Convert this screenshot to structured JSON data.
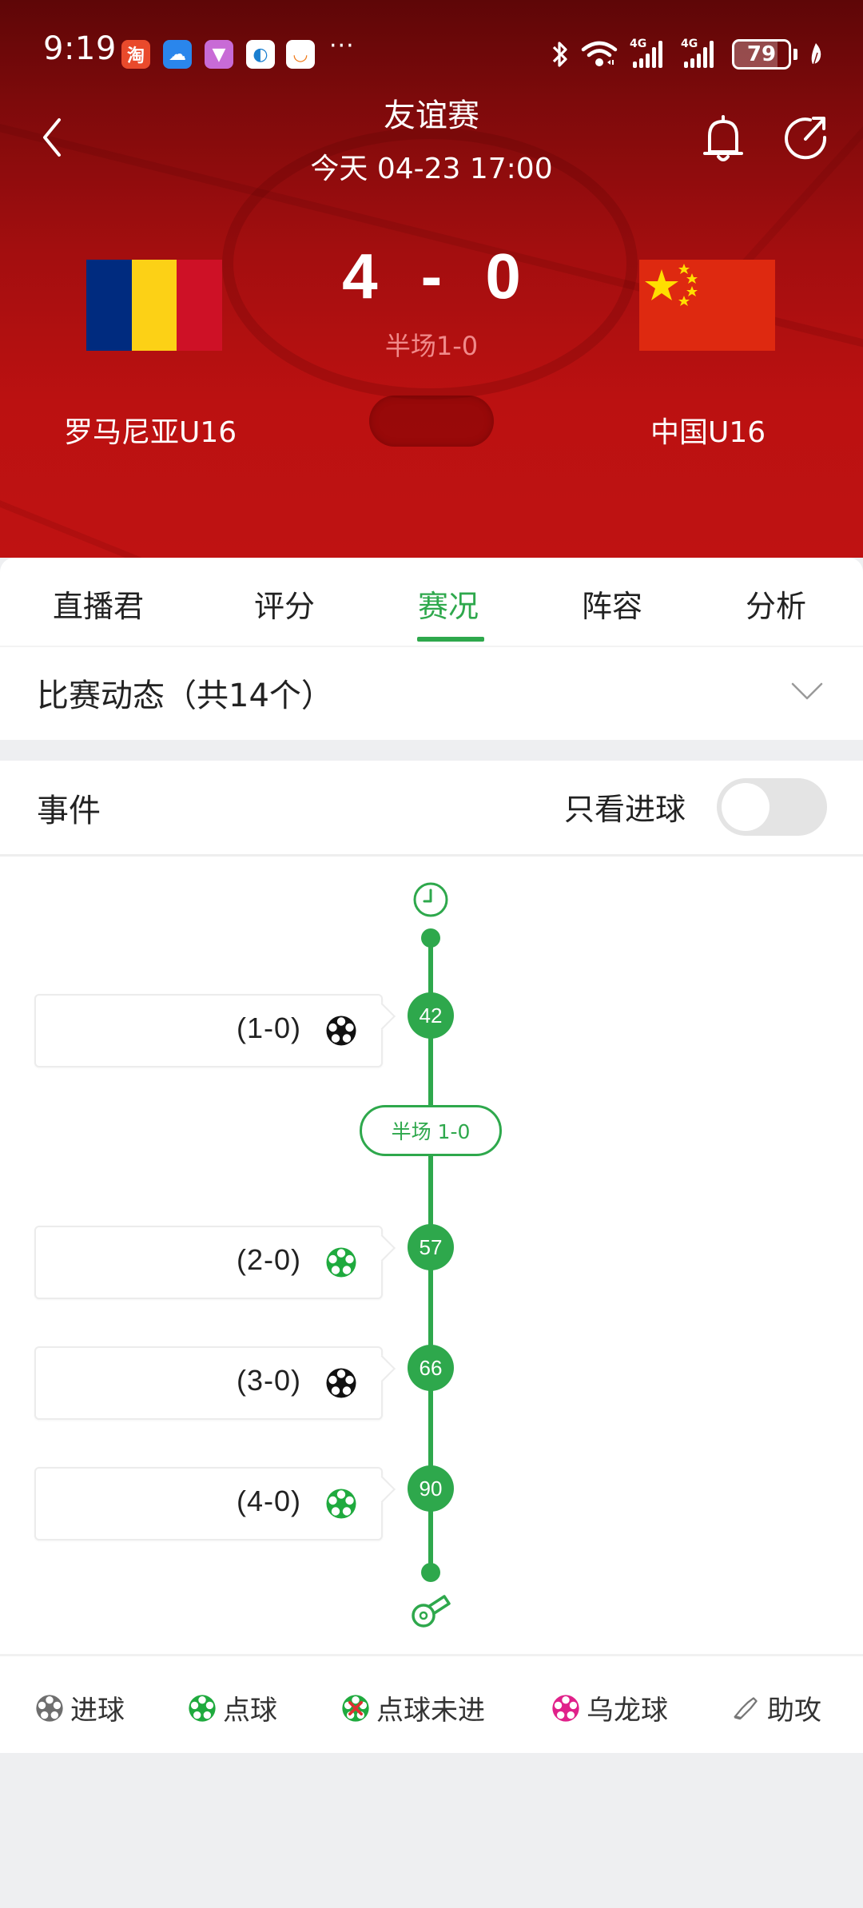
{
  "status_bar": {
    "time": "9:19",
    "notification_apps": [
      {
        "name": "taobao",
        "glyph": "淘",
        "bg": "#e94a2c",
        "fg": "#ffffff"
      },
      {
        "name": "weather",
        "glyph": "☁",
        "bg": "#2a86ec",
        "fg": "#ffffff"
      },
      {
        "name": "theme-brush",
        "glyph": "▼",
        "bg": "#c86bd6",
        "fg": "#ffffff"
      },
      {
        "name": "browser",
        "glyph": "◐",
        "bg": "#ffffff",
        "fg": "#1a7fd0"
      },
      {
        "name": "didi",
        "glyph": "◡",
        "bg": "#ffffff",
        "fg": "#f07a1a"
      }
    ],
    "more": "···",
    "network_1": "4G",
    "network_2": "4G",
    "battery": "79"
  },
  "header": {
    "title": "友谊赛",
    "datetime": "今天 04-23 17:00"
  },
  "match": {
    "home_team": "罗马尼亚U16",
    "away_team": "中国U16",
    "home_score": "4",
    "separator": "-",
    "away_score": "0",
    "halftime": "半场1-0",
    "home_flag_colors": [
      "#002b7f",
      "#fcd116",
      "#ce1126"
    ],
    "away_flag_color": "#de2910"
  },
  "tabs": [
    {
      "label": "直播君",
      "active": false
    },
    {
      "label": "评分",
      "active": false
    },
    {
      "label": "赛况",
      "active": true
    },
    {
      "label": "阵容",
      "active": false
    },
    {
      "label": "分析",
      "active": false
    }
  ],
  "dynamics": {
    "title": "比赛动态（共14个）"
  },
  "events": {
    "title": "事件",
    "only_goals_label": "只看进球",
    "only_goals_on": false,
    "halftime_marker": "半场 1-0",
    "items": [
      {
        "minute": "42",
        "score": "(1-0)",
        "type": "goal",
        "side": "home"
      },
      {
        "minute": "57",
        "score": "(2-0)",
        "type": "penalty",
        "side": "home"
      },
      {
        "minute": "66",
        "score": "(3-0)",
        "type": "goal",
        "side": "home"
      },
      {
        "minute": "90",
        "score": "(4-0)",
        "type": "penalty",
        "side": "home"
      }
    ]
  },
  "legend": [
    {
      "label": "进球",
      "icon": "goal-ball-icon"
    },
    {
      "label": "点球",
      "icon": "penalty-ball-icon"
    },
    {
      "label": "点球未进",
      "icon": "missed-penalty-icon"
    },
    {
      "label": "乌龙球",
      "icon": "own-goal-icon"
    },
    {
      "label": "助攻",
      "icon": "assist-shoe-icon"
    }
  ],
  "colors": {
    "accent_green": "#2ea84c",
    "header_red": "#bf1212",
    "own_goal_pink": "#e0218a",
    "miss_red": "#e03030"
  }
}
